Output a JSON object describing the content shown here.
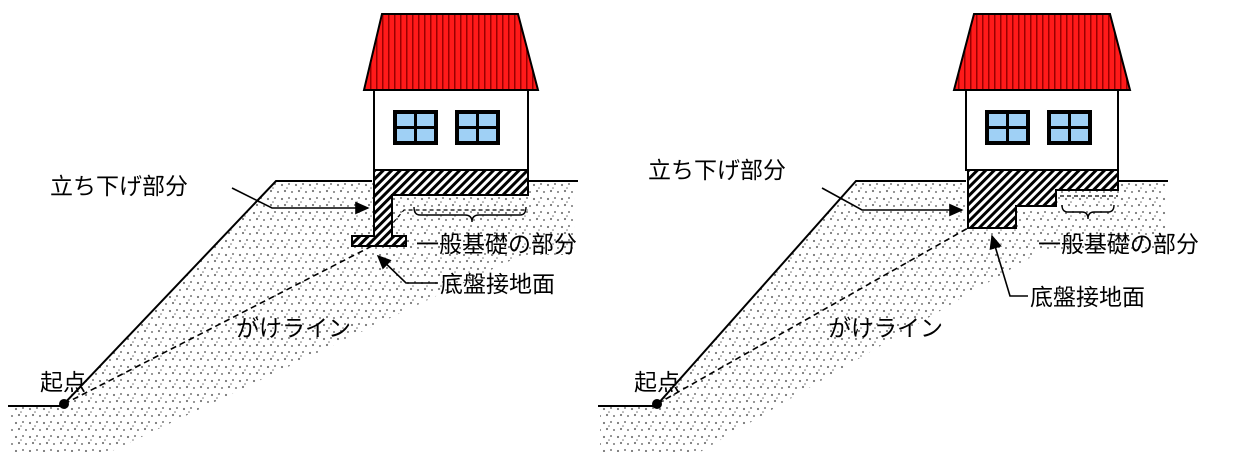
{
  "colors": {
    "roof": "#ff1a1a",
    "roof_stripe": "#990000",
    "wall": "#ffffff",
    "window_glass": "#9fd0f5",
    "window_frame": "#000000",
    "soil_dots": "#777777",
    "outline": "#000000"
  },
  "left_panel": {
    "label_tachisage": "立ち下げ部分",
    "label_ippan": "一般基礎の部分",
    "label_teiban": "底盤接地面",
    "label_gake": "がけライン",
    "label_kiten": "起点"
  },
  "right_panel": {
    "label_tachisage": "立ち下げ部分",
    "label_ippan": "一般基礎の部分",
    "label_teiban": "底盤接地面",
    "label_gake": "がけライン",
    "label_kiten": "起点"
  }
}
